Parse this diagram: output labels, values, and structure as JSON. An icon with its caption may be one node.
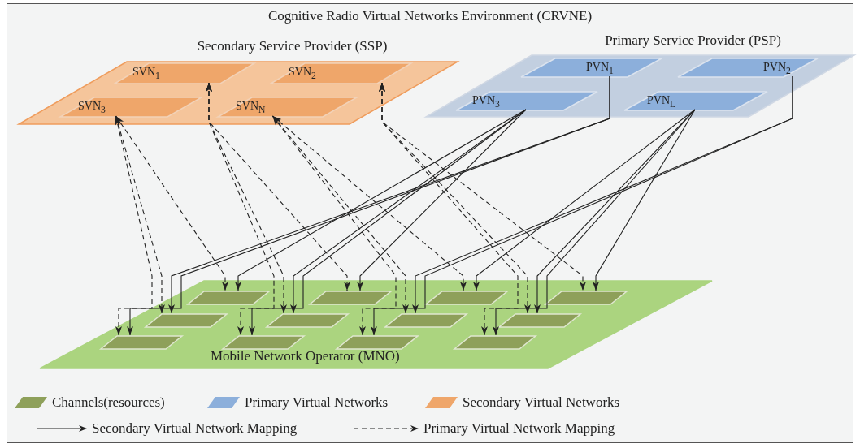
{
  "diagram": {
    "nodes": [
      {
        "text": [
          "Cognitive Radio Virtual Networks Environment (CRVNE)"
        ]
      },
      {
        "text": [
          "Secondary Service Provider (SSP)"
        ],
        "in": 0
      },
      {
        "text": [
          "SVN$_{1}$"
        ],
        "in": 1
      },
      {
        "text": [
          "SVN$_{2}$"
        ],
        "in": 1
      },
      {
        "text": [
          "SVN$_{3}$"
        ],
        "in": 1
      },
      {
        "text": [
          "SVN$_{N}$"
        ],
        "in": 1
      },
      {
        "text": [
          "Primary Service Provider (PSP)"
        ],
        "in": 0
      },
      {
        "text": [
          "PVN$_{1}$"
        ],
        "in": 6
      },
      {
        "text": [
          "PVN$_{2}$"
        ],
        "in": 6
      },
      {
        "text": [
          "PVN$_{3}$"
        ],
        "in": 6
      },
      {
        "text": [
          "PVN$_{L}$"
        ],
        "in": 6
      },
      {
        "text": [
          "Mobile Network Operator (MNO)"
        ],
        "in": 0
      },
      {
        "text": [],
        "shape": "box",
        "in": 11
      },
      {
        "text": [],
        "shape": "box",
        "in": 11
      },
      {
        "text": [],
        "shape": "box",
        "in": 11
      },
      {
        "text": [],
        "shape": "box",
        "in": 11
      },
      {
        "text": [],
        "shape": "box",
        "in": 11
      },
      {
        "text": [],
        "shape": "box",
        "in": 11
      },
      {
        "text": [],
        "shape": "box",
        "in": 11
      },
      {
        "text": [],
        "shape": "box",
        "in": 11
      },
      {
        "text": [],
        "shape": "box",
        "in": 11
      },
      {
        "text": [],
        "shape": "box",
        "in": 11
      },
      {
        "text": [],
        "shape": "box",
        "in": 11
      },
      {
        "text": [],
        "shape": "box",
        "in": 11
      }
    ],
    "edges": [
      {
        "from": 4,
        "to": 12,
        "arrow": "both",
        "style": "dashed"
      },
      {
        "from": 4,
        "to": 16,
        "arrow": "both",
        "style": "dashed"
      },
      {
        "from": 4,
        "to": 20,
        "arrow": "both",
        "style": "dashed"
      },
      {
        "from": 2,
        "to": 13,
        "arrow": "both",
        "style": "dashed"
      },
      {
        "from": 2,
        "to": 17,
        "arrow": "both",
        "style": "dashed"
      },
      {
        "from": 2,
        "to": 21,
        "arrow": "both",
        "style": "dashed"
      },
      {
        "from": 5,
        "to": 14,
        "arrow": "both",
        "style": "dashed"
      },
      {
        "from": 5,
        "to": 18,
        "arrow": "both",
        "style": "dashed"
      },
      {
        "from": 5,
        "to": 22,
        "arrow": "both",
        "style": "dashed"
      },
      {
        "from": 3,
        "to": 15,
        "arrow": "both",
        "style": "dashed"
      },
      {
        "from": 3,
        "to": 19,
        "arrow": "both",
        "style": "dashed"
      },
      {
        "from": 3,
        "to": 23,
        "arrow": "both",
        "style": "dashed"
      },
      {
        "from": 7,
        "to": 20,
        "arrow": "to"
      },
      {
        "from": 7,
        "to": 16,
        "arrow": "to"
      },
      {
        "from": 9,
        "to": 12,
        "arrow": "to"
      },
      {
        "from": 9,
        "to": 13,
        "arrow": "to"
      },
      {
        "from": 9,
        "to": 17,
        "arrow": "to"
      },
      {
        "from": 9,
        "to": 21,
        "arrow": "to"
      },
      {
        "from": 8,
        "to": 18,
        "arrow": "to"
      },
      {
        "from": 8,
        "to": 22,
        "arrow": "to"
      },
      {
        "from": 10,
        "to": 14,
        "arrow": "to"
      },
      {
        "from": 10,
        "to": 23,
        "arrow": "to"
      },
      {
        "from": 10,
        "to": 19,
        "arrow": "to"
      },
      {
        "from": 10,
        "to": 15,
        "arrow": "to"
      }
    ],
    "legend": [
      {
        "text": "Channels(resources)",
        "color": "#8ea05a"
      },
      {
        "text": "Primary Virtual Networks",
        "color": "#8cafdb"
      },
      {
        "text": "Secondary Virtual Networks",
        "color": "#efa66a"
      },
      {
        "text": "Secondary Virtual Network Mapping"
      },
      {
        "text": "Primary Virtual Network Mapping"
      }
    ]
  }
}
